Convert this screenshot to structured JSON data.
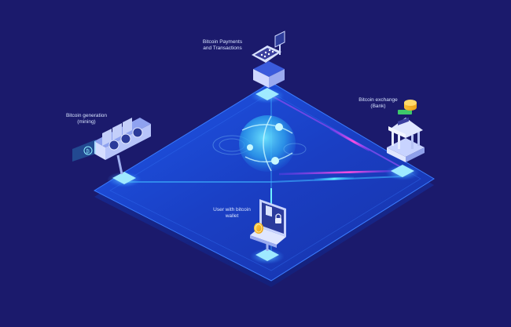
{
  "nodes": {
    "payments": {
      "line1": "Bitcoin Payments",
      "line2": "and Transactions"
    },
    "exchange": {
      "line1": "Bitcoin exchange",
      "line2": "(Bank)"
    },
    "mining": {
      "line1": "Bitcoin generation",
      "line2": "(mining)"
    },
    "wallet": {
      "line1": "User with bitcoin",
      "line2": "wallet"
    }
  },
  "colors": {
    "background": "#1b1a6c",
    "platform": "#1d3fc8",
    "glow_cyan": "#39d8ff",
    "glow_magenta": "#e03cd8",
    "coin": "#f6b51a"
  },
  "icons": [
    "cash-register-icon",
    "bank-icon",
    "mining-rig-icon",
    "laptop-wallet-icon",
    "globe-network-icon",
    "bitcoin-coin-icon",
    "padlock-icon"
  ]
}
